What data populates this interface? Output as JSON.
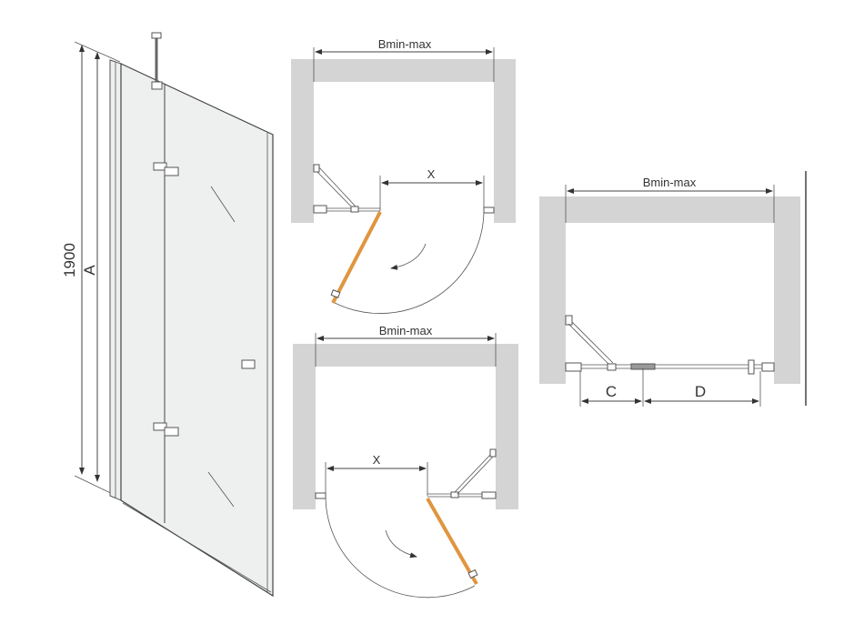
{
  "elevation": {
    "height_label": "1900",
    "a_label": "A"
  },
  "plan_left_hinge": {
    "width_label": "Bmin-max",
    "opening_label": "X"
  },
  "plan_right_hinge": {
    "width_label": "Bmin-max",
    "opening_label": "X"
  },
  "plan_closed": {
    "width_label": "Bmin-max",
    "c_label": "C",
    "d_label": "D"
  },
  "colors": {
    "wall": "#d4d4d4",
    "door_leaf": "#e0953f",
    "glass": "#eef0f0"
  }
}
